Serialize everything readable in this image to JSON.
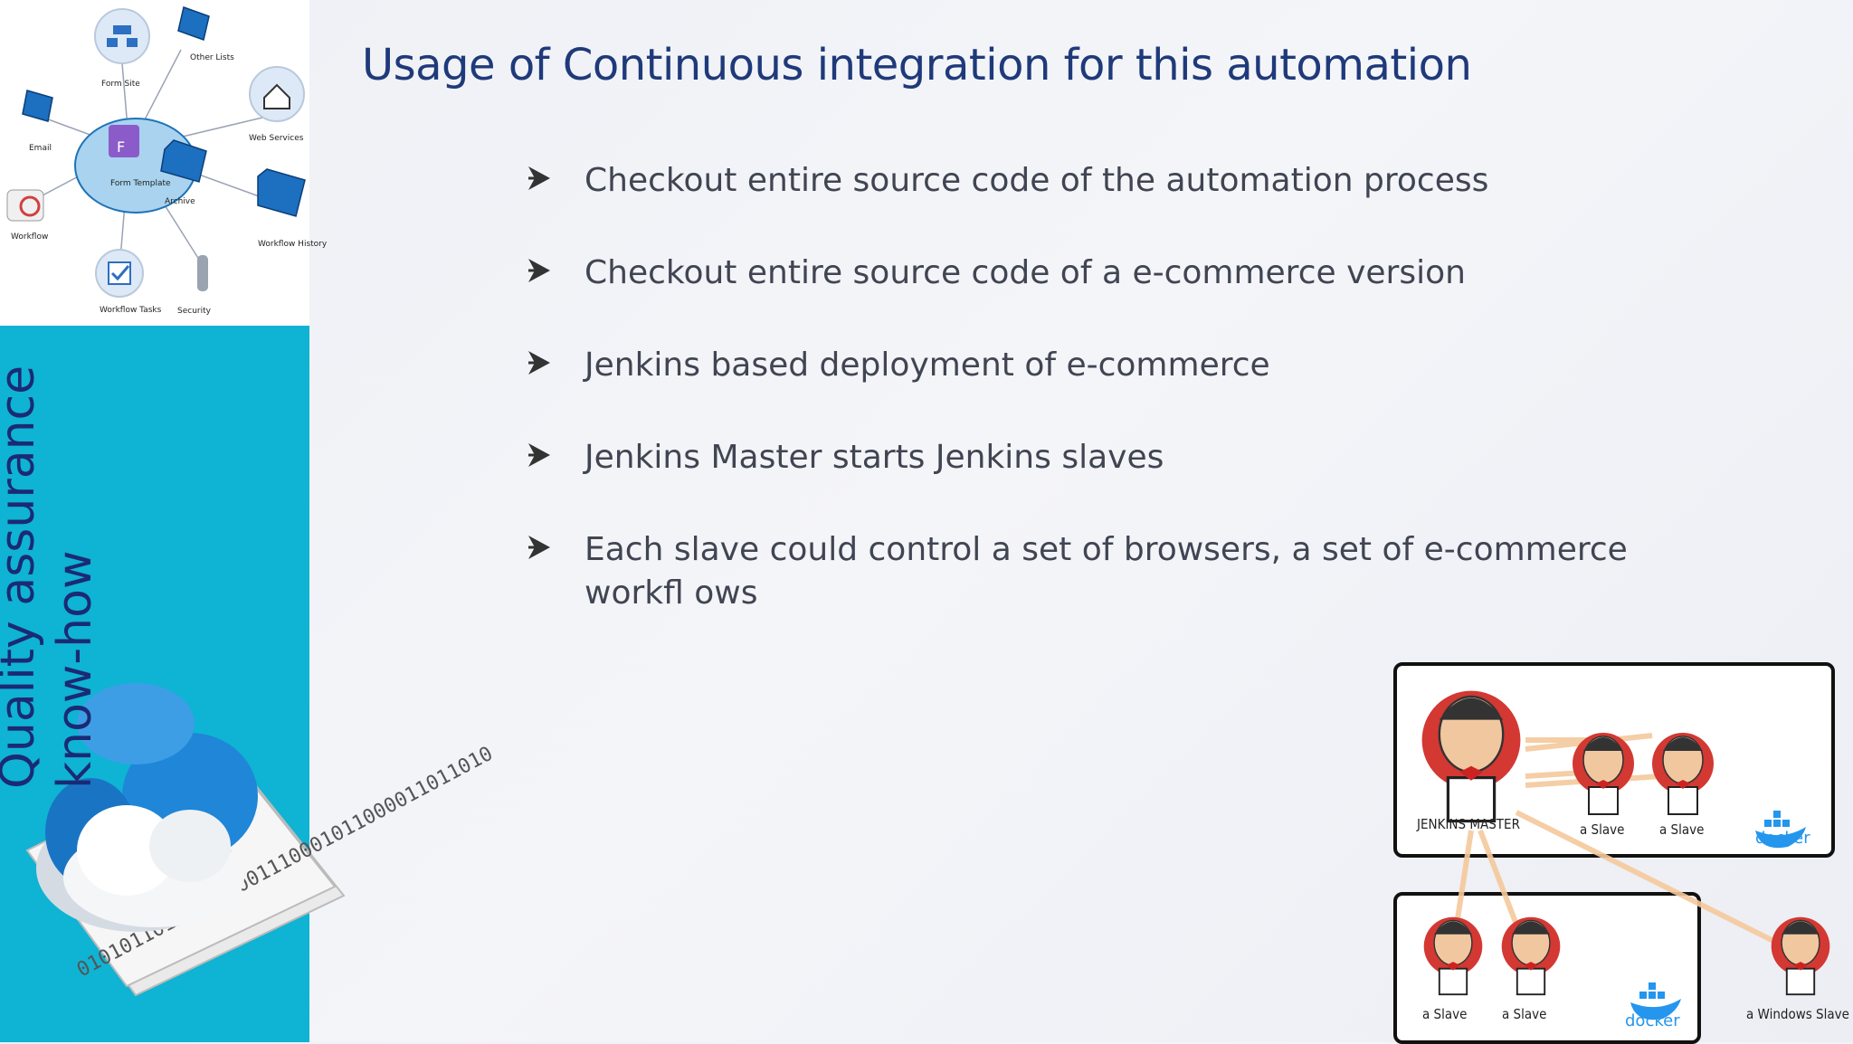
{
  "sidebar": {
    "title_line1": "Quality assurance",
    "title_line2": "know-how",
    "diagram_labels": {
      "form_site": "Form Site",
      "other_lists": "Other Lists",
      "email": "Email",
      "web_services": "Web Services",
      "form_template": "Form Template",
      "archive": "Archive",
      "workflow": "Workflow",
      "workflow_history": "Workflow History",
      "workflow_tasks": "Workflow Tasks",
      "security": "Security"
    },
    "binary_digits": "010101101010101001110001011000011011010"
  },
  "slide": {
    "title": "Usage of Continuous integration for this automation",
    "bullets": [
      "Checkout entire source code of the automation process",
      "Checkout entire source code of a e-commerce version",
      "Jenkins based deployment of e-commerce",
      "Jenkins Master starts Jenkins slaves",
      "Each slave could control a set of browsers, a set of e-commerce workfl ows"
    ]
  },
  "jenkins_diagram": {
    "master_label": "JENKINS MASTER",
    "slave_label": "a Slave",
    "windows_slave_label": "a Windows Slave",
    "docker_label": "docker"
  },
  "colors": {
    "teal": "#0fb3d4",
    "navy": "#1b2a74",
    "title": "#1f3a7a",
    "text": "#404552"
  }
}
